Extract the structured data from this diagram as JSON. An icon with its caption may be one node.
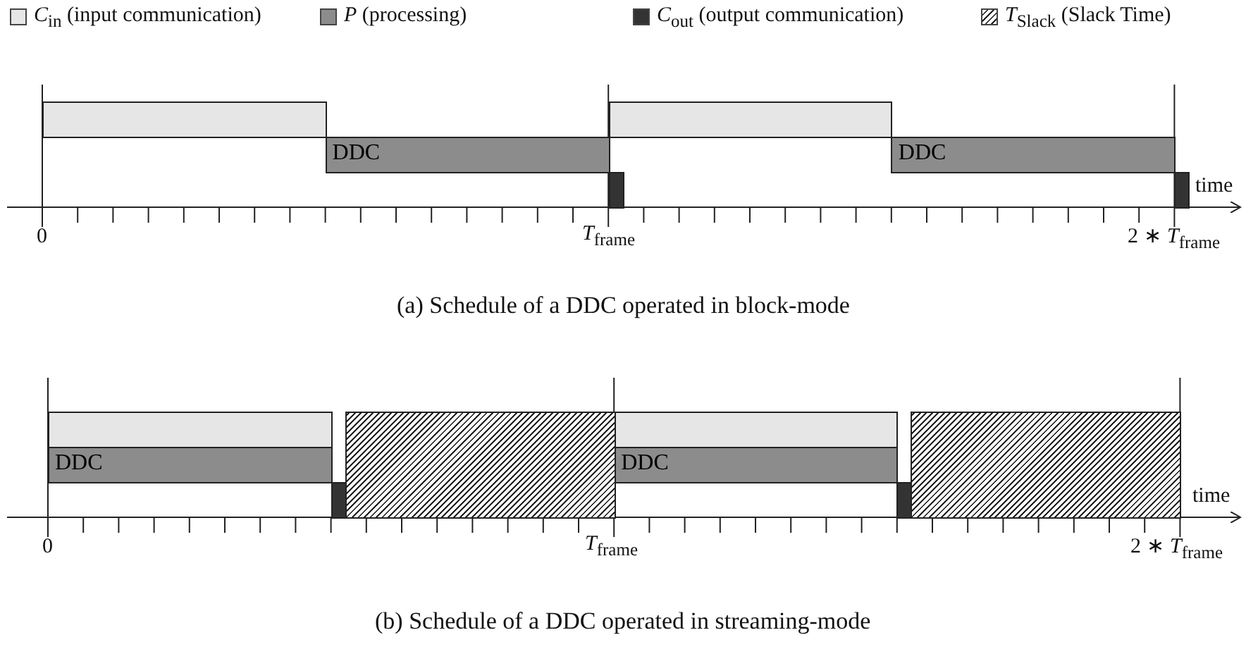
{
  "diagram": {
    "nodes": [
      {
        "text": [],
        "shape": "bar"
      },
      {
        "text": [
          "DDC"
        ]
      },
      {
        "text": [],
        "shape": "bar"
      },
      {
        "text": [],
        "shape": "bar"
      },
      {
        "text": [
          "DDC"
        ]
      },
      {
        "text": [],
        "shape": "bar"
      },
      {
        "text": [],
        "shape": "bar"
      },
      {
        "text": [
          "DDC"
        ]
      },
      {
        "text": [],
        "shape": "bar"
      },
      {
        "text": [],
        "shape": "bar"
      },
      {
        "text": [],
        "shape": "bar"
      },
      {
        "text": [
          "DDC"
        ]
      },
      {
        "text": [],
        "shape": "bar"
      },
      {
        "text": [],
        "shape": "bar"
      }
    ],
    "labels": [
      "time",
      "0",
      "*T*$_{frame}$",
      "2 ∗ *T*$_{frame}$",
      "(a)  Schedule of a DDC operated in block-mode",
      "time",
      "0",
      "*T*$_{frame}$",
      "2 ∗ *T*$_{frame}$",
      "(b)  Schedule of a DDC operated in streaming-mode"
    ],
    "legend": [
      {
        "text": "*C*$_{in}$ (input communication)",
        "color": "#e6e6e6"
      },
      {
        "text": "*P* (processing)",
        "color": "#8c8c8c"
      },
      {
        "text": "*C*$_{out}$ (output communication)",
        "color": "#333333"
      },
      {
        "text": "*T*$_{Slack}$ (Slack Time)"
      }
    ]
  }
}
